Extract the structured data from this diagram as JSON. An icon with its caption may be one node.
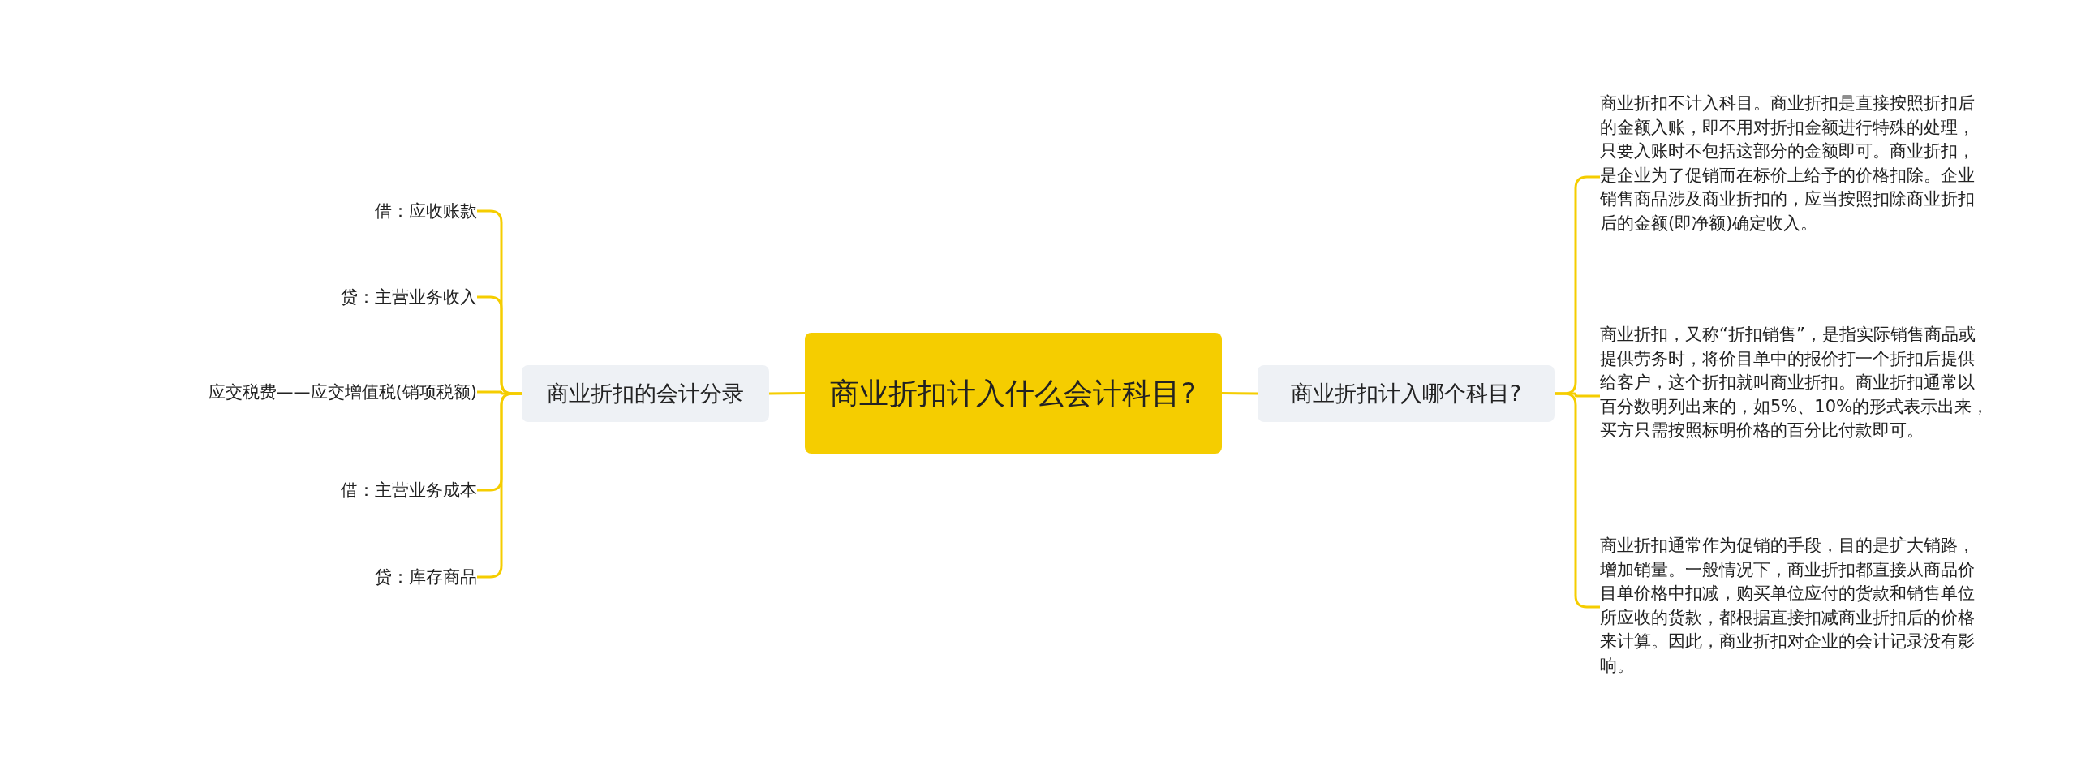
{
  "diagram": {
    "nodes": [
      {
        "text": [
          "商业折扣计入什么会计科目?"
        ]
      },
      {
        "text": [
          "商业折扣的会计分录"
        ]
      },
      {
        "text": [
          "借：应收账款"
        ]
      },
      {
        "text": [
          "贷：主营业务收入"
        ]
      },
      {
        "text": [
          "应交税费——应交增值税(销项税额)"
        ]
      },
      {
        "text": [
          "借：主营业务成本"
        ]
      },
      {
        "text": [
          "贷：库存商品"
        ]
      },
      {
        "text": [
          "商业折扣计入哪个科目?"
        ]
      },
      {
        "text": [
          "商业折扣不计入科目。商业折扣是直接按照折扣后的金额入账，即不用对折扣金额进行特殊的处理，只要入账时不包括这部分的金额即可。商业折扣，是企业为了促销而在标价上给予的价格扣除。企业销售商品涉及商业折扣的，应当按照扣除商业折扣后的金额(即净额)确定收入。"
        ]
      },
      {
        "text": [
          "商业折扣，又称“折扣销售”，是指实际销售商品或提供劳务时，将价目单中的报价打一个折扣后提供给客户，这个折扣就叫商业折扣。商业折扣通常以百分数明列出来的，如5%、10%的形式表示出来，买方只需按照标明价格的百分比付款即可。"
        ]
      },
      {
        "text": [
          "商业折扣通常作为促销的手段，目的是扩大销路，增加销量。一般情况下，商业折扣都直接从商品价目单价格中扣减，购买单位应付的货款和销售单位所应收的货款，都根据直接扣减商业折扣后的价格来计算。因此，商业折扣对企业的会计记录没有影响。"
        ]
      }
    ],
    "edges": [
      {
        "from": 0,
        "to": 1,
        "arrow": "none"
      },
      {
        "from": 1,
        "to": 2,
        "arrow": "none"
      },
      {
        "from": 1,
        "to": 3,
        "arrow": "none"
      },
      {
        "from": 1,
        "to": 4,
        "arrow": "none"
      },
      {
        "from": 1,
        "to": 5,
        "arrow": "none"
      },
      {
        "from": 1,
        "to": 6,
        "arrow": "none"
      },
      {
        "from": 0,
        "to": 7,
        "arrow": "none"
      },
      {
        "from": 7,
        "to": 8,
        "arrow": "none"
      },
      {
        "from": 7,
        "to": 9,
        "arrow": "none"
      },
      {
        "from": 7,
        "to": 10,
        "arrow": "none"
      }
    ]
  }
}
